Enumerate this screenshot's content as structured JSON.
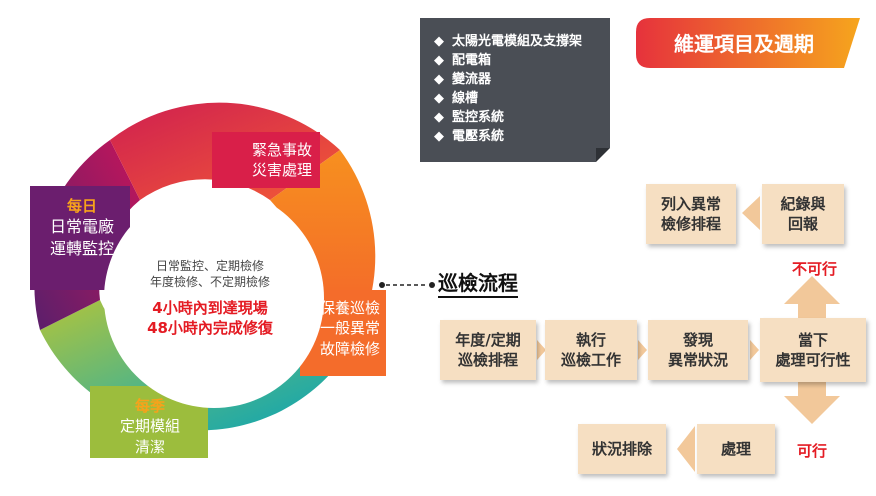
{
  "cycle": {
    "segments": [
      {
        "key": "daily",
        "label": "每日",
        "line1": "日常電廠",
        "line2": "運轉監控",
        "color_start": "#6b1e6e",
        "color_end": "#c0155a"
      },
      {
        "key": "emergency",
        "line1": "緊急事故",
        "line2": "災害處理",
        "color_start": "#d01e4e",
        "color_end": "#f0483a"
      },
      {
        "key": "maintenance",
        "line1": "保養巡檢",
        "line2": "一般異常",
        "line3": "故障檢修",
        "color_start": "#f26a2b",
        "color_end": "#f7a21b"
      },
      {
        "key": "quarterly",
        "label": "每季",
        "line1": "定期模組",
        "line2": "清潔",
        "color_start": "#8fbf3a",
        "color_end": "#1aaea6"
      }
    ],
    "center": {
      "line1": "日常監控、定期檢修",
      "line2": "年度檢修、不定期檢修",
      "line3": "4小時內到達現場",
      "line4": "48小時內完成修復"
    }
  },
  "title_badge": {
    "text": "維運項目及週期",
    "color_start": "#e8323a",
    "color_end": "#f7a21b"
  },
  "items_card": {
    "bullet": "◆",
    "items": [
      "太陽光電模組及支撐架",
      "配電箱",
      "變流器",
      "線槽",
      "監控系統",
      "電壓系統"
    ]
  },
  "process": {
    "title": "巡檢流程",
    "boxes": {
      "plan": {
        "line1": "年度/定期",
        "line2": "巡檢排程"
      },
      "execute": {
        "line1": "執行",
        "line2": "巡檢工作"
      },
      "discover": {
        "line1": "發現",
        "line2": "異常狀況"
      },
      "evaluate": {
        "line1": "當下",
        "line2": "處理可行性"
      },
      "record": {
        "line1": "紀錄與",
        "line2": "回報"
      },
      "schedule": {
        "line1": "列入異常",
        "line2": "檢修排程"
      },
      "handle": {
        "line1": "處理"
      },
      "resolve": {
        "line1": "狀況排除"
      }
    },
    "not_feasible": "不可行",
    "feasible": "可行",
    "box_color": "#f6dfc2",
    "arrow_color": "#f2c89a"
  }
}
